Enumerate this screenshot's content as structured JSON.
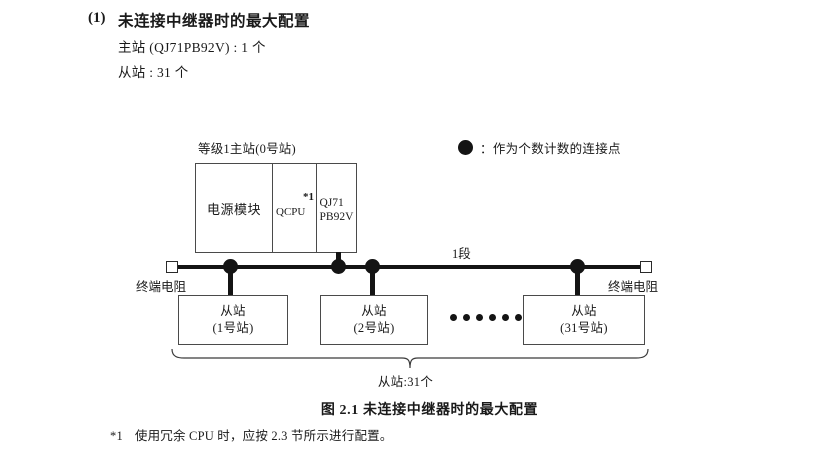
{
  "heading": {
    "number": "(1)",
    "title": "未连接中继器时的最大配置",
    "spec_master": "主站 (QJ71PB92V) : 1 个",
    "spec_slave": "从站 : 31 个"
  },
  "diagram": {
    "rack_caption": "等级1主站(0号站)",
    "rack": {
      "power_module": "电源模块",
      "cpu": "QCPU",
      "cpu_footnote_mark": "*1",
      "master_module": "QJ71\nPB92V"
    },
    "bus": {
      "segment_label": "1段",
      "terminator_left_label": "终端电阻",
      "terminator_right_label": "终端电阻"
    },
    "slaves": [
      {
        "title": "从站",
        "station": "(1号站)"
      },
      {
        "title": "从站",
        "station": "(2号站)"
      },
      {
        "title": "从站",
        "station": "(31号站)"
      }
    ],
    "ellipsis_count": 6,
    "brace_label": "从站:31个",
    "legend": {
      "symbol": "filled-circle",
      "separator": "：",
      "text": "作为个数计数的连接点"
    }
  },
  "figure_caption": "图 2.1  未连接中继器时的最大配置",
  "footnote": {
    "mark": "*1",
    "text": "使用冗余 CPU 时，应按 2.3 节所示进行配置。"
  },
  "colors": {
    "ink": "#1a1a1a",
    "line": "#4a4a4a",
    "bus": "#141414",
    "background": "#ffffff"
  }
}
